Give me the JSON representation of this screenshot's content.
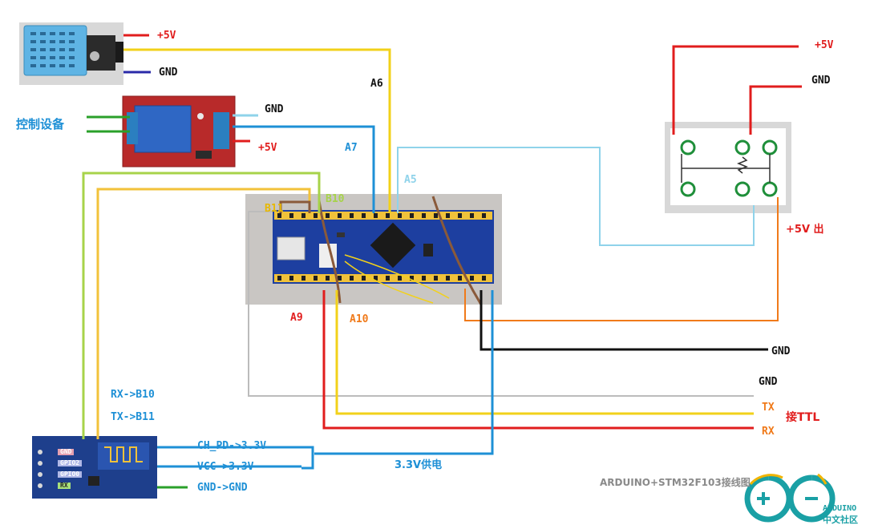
{
  "dht_sensor": {
    "vcc_label": "+5V",
    "gnd_label": "GND"
  },
  "pins": {
    "a6": "A6",
    "a7": "A7",
    "a5": "A5",
    "b11": "B11",
    "b10": "B10",
    "a9": "A9",
    "a10": "A10"
  },
  "relay": {
    "control_label": "控制设备",
    "gnd_label": "GND",
    "vcc_label": "+5V"
  },
  "power_module": {
    "in_vcc_label": "+5V",
    "in_gnd_label": "GND",
    "out_label": "+5V 出"
  },
  "ttl": {
    "gnd1": "GND",
    "gnd2": "GND",
    "tx": "TX",
    "rx": "RX",
    "group_label": "接TTL"
  },
  "esp": {
    "rx_note": "RX->B10",
    "tx_note": "TX->B11",
    "ch_pd": "CH_PD->3.3V",
    "vcc": "VCC->3.3V",
    "gnd": "GND->GND",
    "supply": "3.3V供电",
    "pin_labels": [
      "GND",
      "GPIO2",
      "GPIO0",
      "RX"
    ]
  },
  "footer": {
    "caption": "ARDUINO+STM32F103接线图",
    "logo_text": "ARDUINO",
    "logo_sub": "中文社区"
  },
  "colors": {
    "red": "#e11d1d",
    "yellow": "#f2d11a",
    "blue": "#1e90d6",
    "light_blue": "#8fd3ea",
    "orange": "#f07a1a",
    "yellow_green": "#a7d34a",
    "black": "#111111",
    "gray": "#bcbcbc",
    "board_blue": "#1d3fa0",
    "logo_teal": "#1aa0a5"
  }
}
